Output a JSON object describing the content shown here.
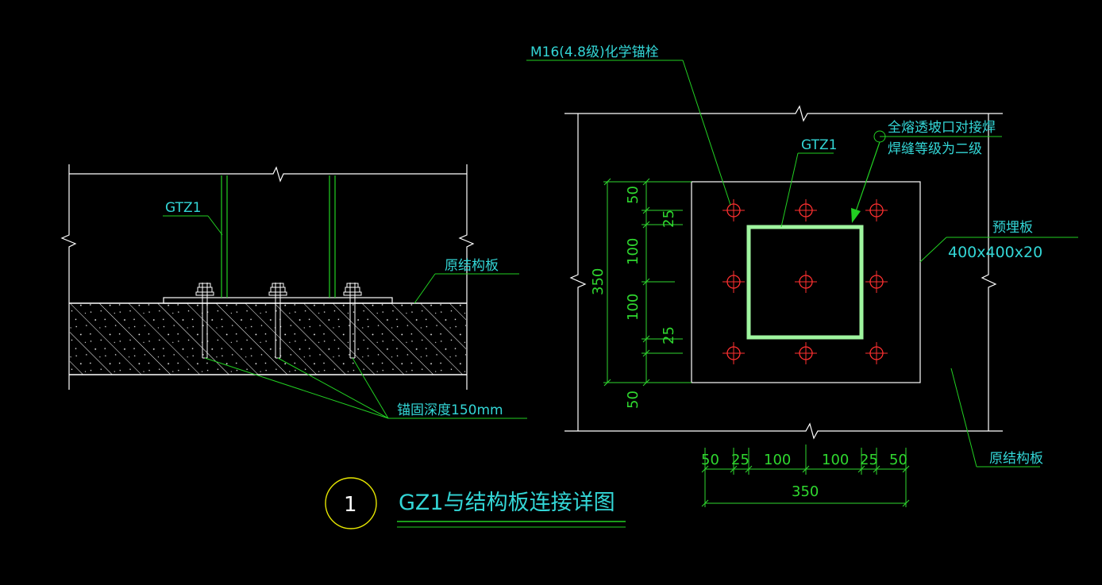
{
  "colors": {
    "background": "#000000",
    "structure": "#ffffff",
    "leader": "#22d022",
    "text": "#33d6d6",
    "dimension": "#2fd82f",
    "bolt": "#ff3030",
    "centerline": "#ff3030",
    "tube": "#9ff59f",
    "callout_circle": "#e6e600"
  },
  "section_view": {
    "gtz1_label": "GTZ1",
    "slab_label": "原结构板",
    "anchor_depth_label": "锚固深度150mm"
  },
  "plan_view": {
    "anchor_label": "M16(4.8级)化学锚栓",
    "gtz1_label": "GTZ1",
    "weld_note_line1": "全熔透坡口对接焊",
    "weld_note_line2": "焊缝等级为二级",
    "plate_label": "预埋板",
    "plate_size": "400x400x20",
    "slab_label": "原结构板",
    "vertical_dims": [
      "50",
      "25",
      "100",
      "100",
      "25",
      "50"
    ],
    "vertical_total": "350",
    "horizontal_dims": [
      "50",
      "25",
      "100",
      "100",
      "25",
      "50"
    ],
    "horizontal_total": "350"
  },
  "title": {
    "number": "1",
    "text": "GZ1与结构板连接详图"
  }
}
